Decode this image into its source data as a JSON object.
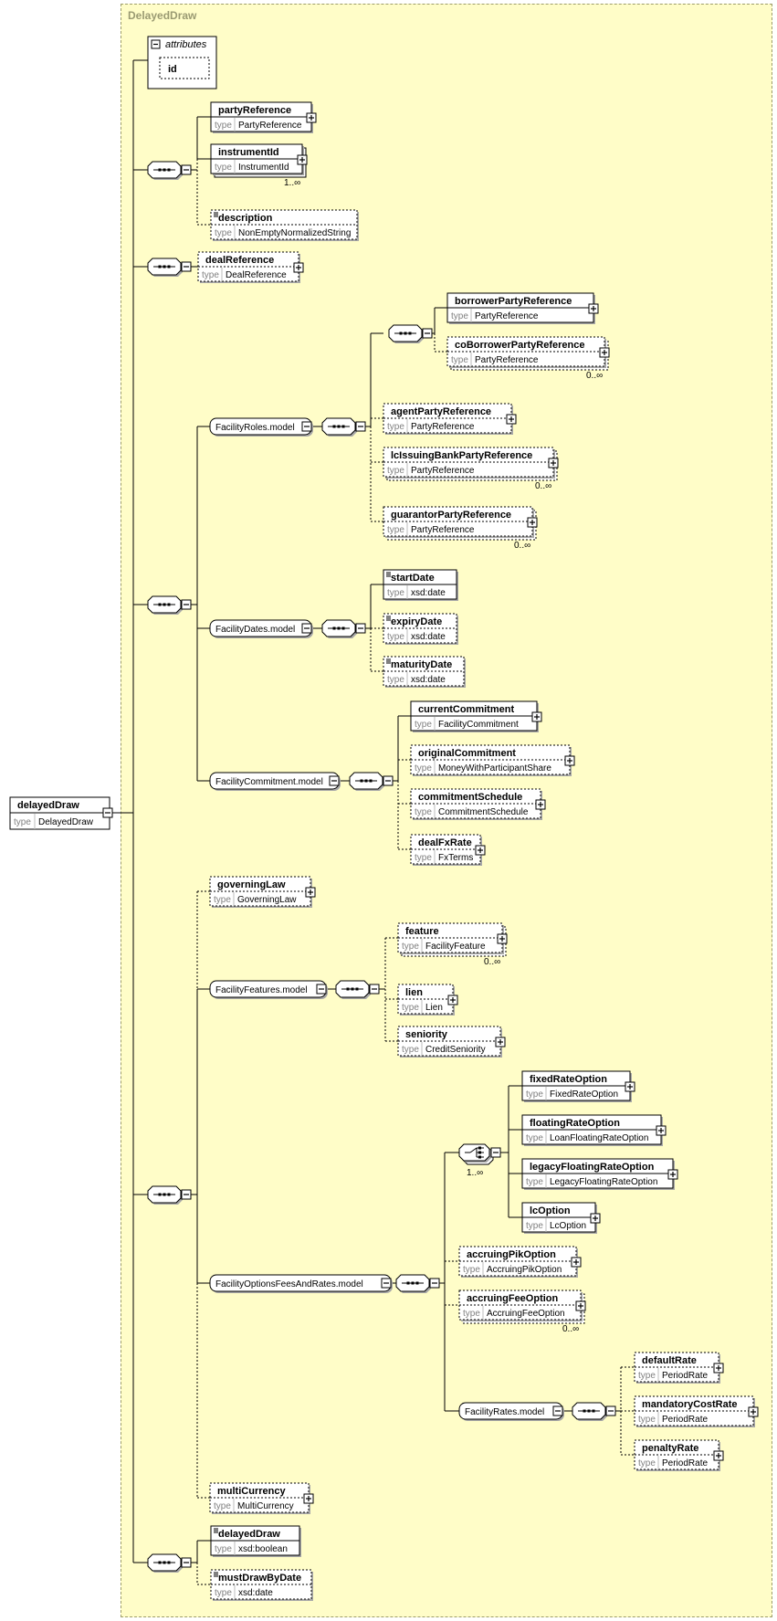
{
  "container_title": "DelayedDraw",
  "root": {
    "name": "delayedDraw",
    "type_key": "type",
    "type": "DelayedDraw"
  },
  "attributes": {
    "label": "attributes",
    "items": [
      "id"
    ]
  },
  "type_key": "type",
  "elements": [
    {
      "id": "partyReference",
      "name": "partyReference",
      "type": "PartyReference",
      "optional": false,
      "repeat": false,
      "expandable": true
    },
    {
      "id": "instrumentId",
      "name": "instrumentId",
      "type": "InstrumentId",
      "optional": false,
      "repeat": true,
      "card": "1..∞",
      "expandable": true
    },
    {
      "id": "description",
      "name": "description",
      "type": "NonEmptyNormalizedString",
      "optional": true,
      "repeat": false,
      "expandable": false
    },
    {
      "id": "dealReference",
      "name": "dealReference",
      "type": "DealReference",
      "optional": true,
      "repeat": false,
      "expandable": true
    },
    {
      "id": "borrowerPartyReference",
      "name": "borrowerPartyReference",
      "type": "PartyReference",
      "optional": false,
      "repeat": false,
      "expandable": true
    },
    {
      "id": "coBorrowerPartyReference",
      "name": "coBorrowerPartyReference",
      "type": "PartyReference",
      "optional": true,
      "repeat": true,
      "card": "0..∞",
      "expandable": true
    },
    {
      "id": "agentPartyReference",
      "name": "agentPartyReference",
      "type": "PartyReference",
      "optional": true,
      "repeat": false,
      "expandable": true
    },
    {
      "id": "lcIssuingBankPartyReference",
      "name": "lcIssuingBankPartyReference",
      "type": "PartyReference",
      "optional": true,
      "repeat": true,
      "card": "0..∞",
      "expandable": true
    },
    {
      "id": "guarantorPartyReference",
      "name": "guarantorPartyReference",
      "type": "PartyReference",
      "optional": true,
      "repeat": true,
      "card": "0..∞",
      "expandable": true
    },
    {
      "id": "startDate",
      "name": "startDate",
      "type": "xsd:date",
      "optional": false,
      "repeat": false,
      "expandable": false
    },
    {
      "id": "expiryDate",
      "name": "expiryDate",
      "type": "xsd:date",
      "optional": true,
      "repeat": false,
      "expandable": false
    },
    {
      "id": "maturityDate",
      "name": "maturityDate",
      "type": "xsd:date",
      "optional": true,
      "repeat": false,
      "expandable": false
    },
    {
      "id": "currentCommitment",
      "name": "currentCommitment",
      "type": "FacilityCommitment",
      "optional": false,
      "repeat": false,
      "expandable": true
    },
    {
      "id": "originalCommitment",
      "name": "originalCommitment",
      "type": "MoneyWithParticipantShare",
      "optional": true,
      "repeat": false,
      "expandable": true
    },
    {
      "id": "commitmentSchedule",
      "name": "commitmentSchedule",
      "type": "CommitmentSchedule",
      "optional": true,
      "repeat": false,
      "expandable": true
    },
    {
      "id": "dealFxRate",
      "name": "dealFxRate",
      "type": "FxTerms",
      "optional": true,
      "repeat": false,
      "expandable": true
    },
    {
      "id": "governingLaw",
      "name": "governingLaw",
      "type": "GoverningLaw",
      "optional": true,
      "repeat": false,
      "expandable": true
    },
    {
      "id": "feature",
      "name": "feature",
      "type": "FacilityFeature",
      "optional": true,
      "repeat": true,
      "card": "0..∞",
      "expandable": true
    },
    {
      "id": "lien",
      "name": "lien",
      "type": "Lien",
      "optional": true,
      "repeat": false,
      "expandable": true
    },
    {
      "id": "seniority",
      "name": "seniority",
      "type": "CreditSeniority",
      "optional": true,
      "repeat": false,
      "expandable": true
    },
    {
      "id": "fixedRateOption",
      "name": "fixedRateOption",
      "type": "FixedRateOption",
      "optional": false,
      "repeat": false,
      "expandable": true
    },
    {
      "id": "floatingRateOption",
      "name": "floatingRateOption",
      "type": "LoanFloatingRateOption",
      "optional": false,
      "repeat": false,
      "expandable": true
    },
    {
      "id": "legacyFloatingRateOption",
      "name": "legacyFloatingRateOption",
      "type": "LegacyFloatingRateOption",
      "optional": false,
      "repeat": false,
      "expandable": true
    },
    {
      "id": "lcOption",
      "name": "lcOption",
      "type": "LcOption",
      "optional": false,
      "repeat": false,
      "expandable": true
    },
    {
      "id": "accruingPikOption",
      "name": "accruingPikOption",
      "type": "AccruingPikOption",
      "optional": true,
      "repeat": false,
      "expandable": true
    },
    {
      "id": "accruingFeeOption",
      "name": "accruingFeeOption",
      "type": "AccruingFeeOption",
      "optional": true,
      "repeat": true,
      "card": "0..∞",
      "expandable": true
    },
    {
      "id": "defaultRate",
      "name": "defaultRate",
      "type": "PeriodRate",
      "optional": true,
      "repeat": false,
      "expandable": true
    },
    {
      "id": "mandatoryCostRate",
      "name": "mandatoryCostRate",
      "type": "PeriodRate",
      "optional": true,
      "repeat": false,
      "expandable": true
    },
    {
      "id": "penaltyRate",
      "name": "penaltyRate",
      "type": "PeriodRate",
      "optional": true,
      "repeat": false,
      "expandable": true
    },
    {
      "id": "multiCurrency",
      "name": "multiCurrency",
      "type": "MultiCurrency",
      "optional": true,
      "repeat": false,
      "expandable": true
    },
    {
      "id": "delayedDrawFlag",
      "name": "delayedDraw",
      "type": "xsd:boolean",
      "optional": false,
      "repeat": false,
      "expandable": false
    },
    {
      "id": "mustDrawByDate",
      "name": "mustDrawByDate",
      "type": "xsd:date",
      "optional": true,
      "repeat": false,
      "expandable": false
    }
  ],
  "groups": [
    {
      "id": "FacilityRoles",
      "name": "FacilityRoles.model"
    },
    {
      "id": "FacilityDates",
      "name": "FacilityDates.model"
    },
    {
      "id": "FacilityCommitment",
      "name": "FacilityCommitment.model"
    },
    {
      "id": "FacilityFeatures",
      "name": "FacilityFeatures.model"
    },
    {
      "id": "FacilityOptions",
      "name": "FacilityOptionsFeesAndRates.model"
    },
    {
      "id": "FacilityRates",
      "name": "FacilityRates.model"
    }
  ],
  "choice_card": "1..∞"
}
